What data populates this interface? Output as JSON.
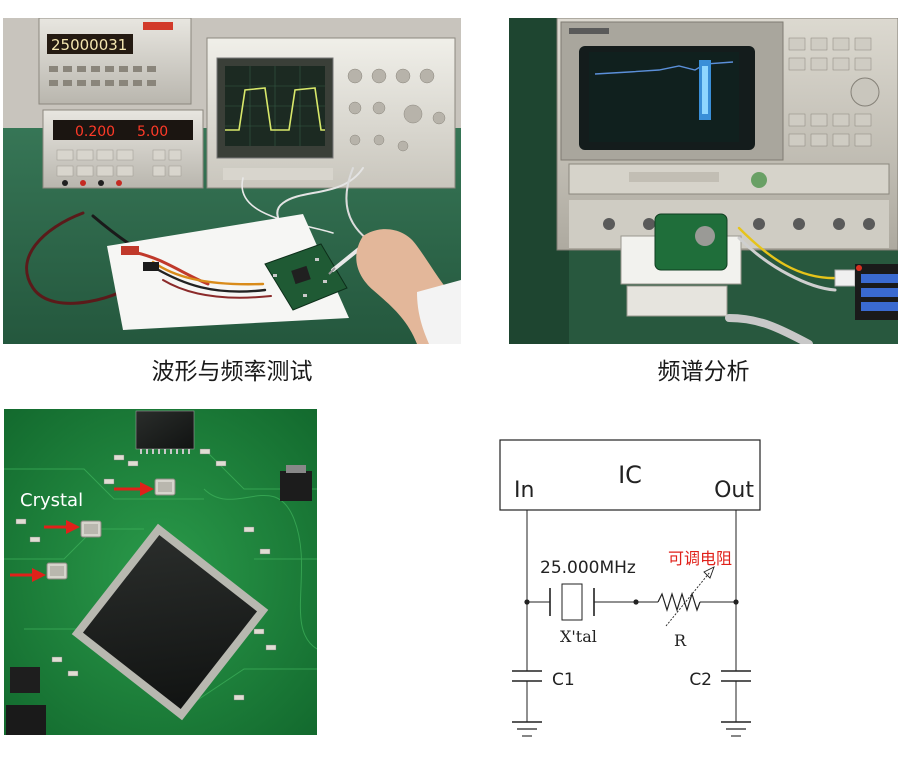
{
  "panels": {
    "waveform_photo": {
      "caption": "波形与频率测试",
      "counter_readout": "25000031",
      "supply_readout_1": "0.200",
      "supply_readout_2": "5.00"
    },
    "spectrum_photo": {
      "caption": "频谱分析"
    },
    "pcb_photo": {
      "label": "Crystal"
    },
    "schematic": {
      "ic_label": "IC",
      "in_label": "In",
      "out_label": "Out",
      "frequency_label": "25.000MHz",
      "crystal_label": "X'tal",
      "resistor_label": "R",
      "adjustable_resistor_label": "可调电阻",
      "c1_label": "C1",
      "c2_label": "C2",
      "adjustable_label_color": "#e0211a"
    }
  },
  "colors": {
    "bench_green": "#2e6a4c",
    "pcb_green": "#1f7a3a",
    "arrow_red": "#e0211a"
  }
}
